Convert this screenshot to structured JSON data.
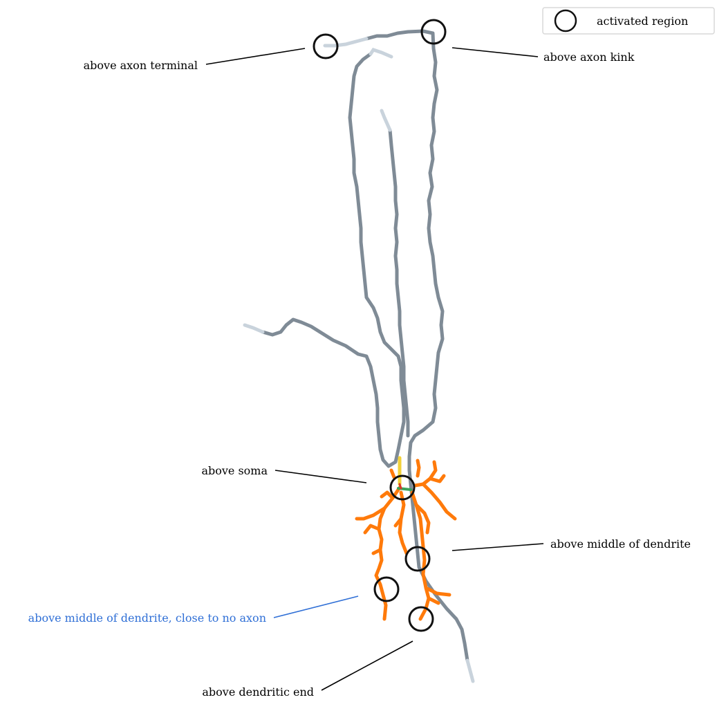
{
  "legend": {
    "label": "activated region"
  },
  "annotations": [
    {
      "id": "axon-terminal",
      "text": "above axon terminal",
      "color": "#000000"
    },
    {
      "id": "axon-kink",
      "text": "above axon kink",
      "color": "#000000"
    },
    {
      "id": "soma",
      "text": "above soma",
      "color": "#000000"
    },
    {
      "id": "middle-dendrite",
      "text": "above middle of dendrite",
      "color": "#000000"
    },
    {
      "id": "middle-dendrite-no-axon",
      "text": "above middle of dendrite, close to no axon",
      "color": "#2f6fd6"
    },
    {
      "id": "dendritic-end",
      "text": "above dendritic end",
      "color": "#000000"
    }
  ],
  "colors": {
    "axon": "#7f8b96",
    "axon_terminal_segment": "#c9d3dc",
    "dendrite": "#ff7a0a",
    "axon_initial_segment": "#f2d13a",
    "soma_marker_green": "#3aa35a",
    "soma_marker_red": "#d83a2a",
    "circle": "#111111"
  }
}
